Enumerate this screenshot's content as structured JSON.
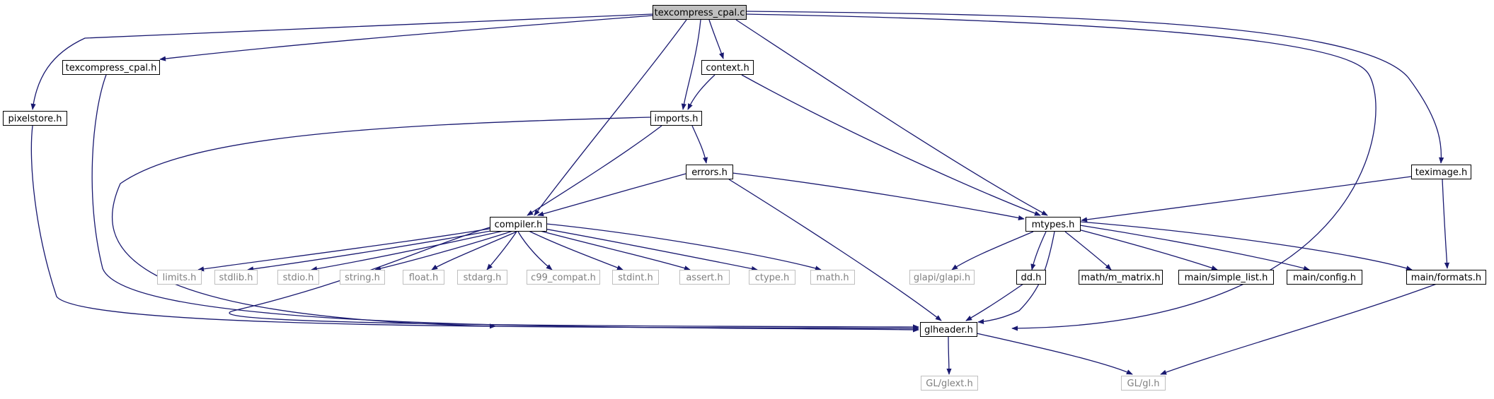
{
  "graph": {
    "nodes": {
      "root": {
        "label": "texcompress_cpal.c",
        "style": "root"
      },
      "tc_h": {
        "label": "texcompress_cpal.h",
        "style": "normal"
      },
      "pixelstore": {
        "label": "pixelstore.h",
        "style": "normal"
      },
      "context": {
        "label": "context.h",
        "style": "normal"
      },
      "imports": {
        "label": "imports.h",
        "style": "normal"
      },
      "errors": {
        "label": "errors.h",
        "style": "normal"
      },
      "teximage": {
        "label": "teximage.h",
        "style": "normal"
      },
      "compiler": {
        "label": "compiler.h",
        "style": "normal"
      },
      "mtypes": {
        "label": "mtypes.h",
        "style": "normal"
      },
      "limits": {
        "label": "limits.h",
        "style": "system"
      },
      "stdlib": {
        "label": "stdlib.h",
        "style": "system"
      },
      "stdio": {
        "label": "stdio.h",
        "style": "system"
      },
      "string": {
        "label": "string.h",
        "style": "system"
      },
      "float": {
        "label": "float.h",
        "style": "system"
      },
      "stdarg": {
        "label": "stdarg.h",
        "style": "system"
      },
      "c99compat": {
        "label": "c99_compat.h",
        "style": "system"
      },
      "stdint": {
        "label": "stdint.h",
        "style": "system"
      },
      "assert": {
        "label": "assert.h",
        "style": "system"
      },
      "ctype": {
        "label": "ctype.h",
        "style": "system"
      },
      "math": {
        "label": "math.h",
        "style": "system"
      },
      "glapi": {
        "label": "glapi/glapi.h",
        "style": "system"
      },
      "dd": {
        "label": "dd.h",
        "style": "normal"
      },
      "m_matrix": {
        "label": "math/m_matrix.h",
        "style": "normal"
      },
      "simple_list": {
        "label": "main/simple_list.h",
        "style": "normal"
      },
      "config": {
        "label": "main/config.h",
        "style": "normal"
      },
      "formats": {
        "label": "main/formats.h",
        "style": "normal"
      },
      "glheader": {
        "label": "glheader.h",
        "style": "normal"
      },
      "glext": {
        "label": "GL/glext.h",
        "style": "system"
      },
      "gl": {
        "label": "GL/gl.h",
        "style": "system"
      }
    },
    "edges": [
      [
        "root",
        "pixelstore"
      ],
      [
        "root",
        "tc_h"
      ],
      [
        "root",
        "context"
      ],
      [
        "root",
        "imports"
      ],
      [
        "root",
        "compiler"
      ],
      [
        "root",
        "mtypes"
      ],
      [
        "root",
        "glheader"
      ],
      [
        "root",
        "teximage"
      ],
      [
        "pixelstore",
        "glheader"
      ],
      [
        "tc_h",
        "glheader"
      ],
      [
        "context",
        "imports"
      ],
      [
        "context",
        "mtypes"
      ],
      [
        "imports",
        "compiler"
      ],
      [
        "imports",
        "errors"
      ],
      [
        "imports",
        "glheader"
      ],
      [
        "errors",
        "compiler"
      ],
      [
        "errors",
        "mtypes"
      ],
      [
        "errors",
        "glheader"
      ],
      [
        "teximage",
        "mtypes"
      ],
      [
        "teximage",
        "formats"
      ],
      [
        "compiler",
        "limits"
      ],
      [
        "compiler",
        "stdlib"
      ],
      [
        "compiler",
        "stdio"
      ],
      [
        "compiler",
        "string"
      ],
      [
        "compiler",
        "float"
      ],
      [
        "compiler",
        "stdarg"
      ],
      [
        "compiler",
        "c99compat"
      ],
      [
        "compiler",
        "stdint"
      ],
      [
        "compiler",
        "assert"
      ],
      [
        "compiler",
        "ctype"
      ],
      [
        "compiler",
        "math"
      ],
      [
        "compiler",
        "glheader"
      ],
      [
        "mtypes",
        "glapi"
      ],
      [
        "mtypes",
        "dd"
      ],
      [
        "mtypes",
        "m_matrix"
      ],
      [
        "mtypes",
        "simple_list"
      ],
      [
        "mtypes",
        "config"
      ],
      [
        "mtypes",
        "formats"
      ],
      [
        "mtypes",
        "glheader"
      ],
      [
        "dd",
        "glheader"
      ],
      [
        "formats",
        "gl"
      ],
      [
        "glheader",
        "glext"
      ],
      [
        "glheader",
        "gl"
      ]
    ]
  },
  "colors": {
    "edge": "#191970",
    "root_fill": "#bfbfbf",
    "box_border": "#000000",
    "system_border": "#bfbfbf",
    "system_text": "#7f7f7f",
    "text": "#000000"
  }
}
